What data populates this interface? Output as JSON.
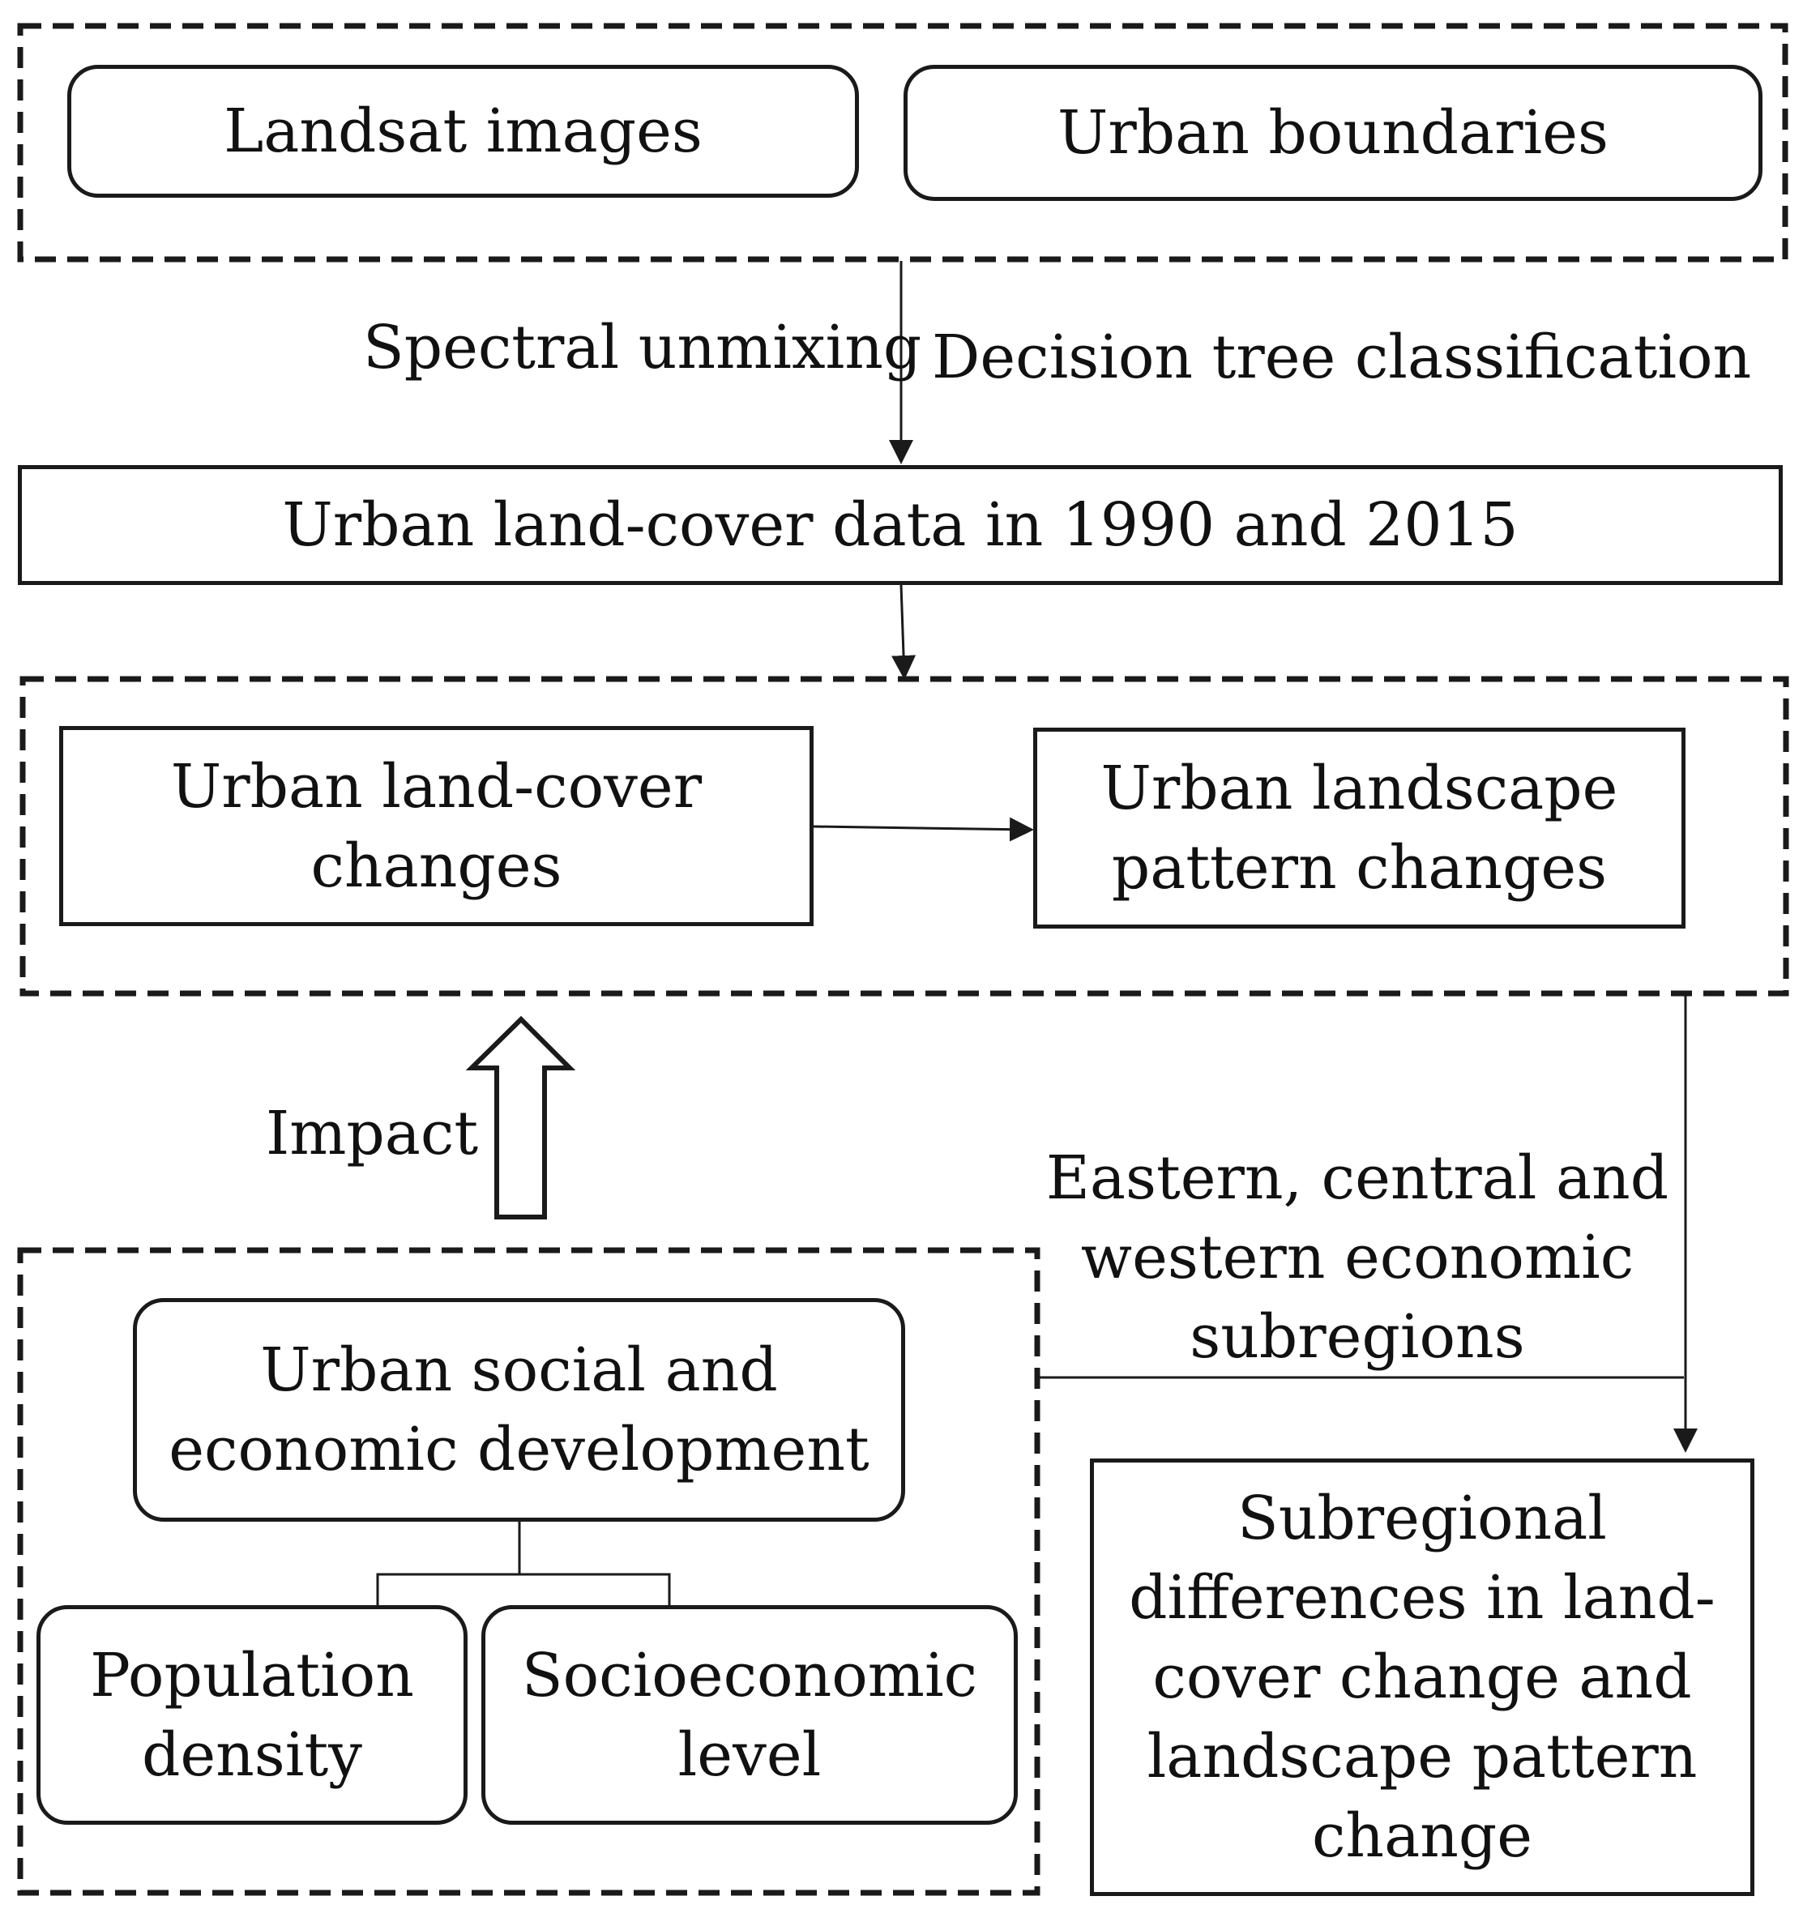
{
  "inputs": {
    "landsat": "Landsat images",
    "boundaries": "Urban boundaries"
  },
  "methods": {
    "unmixing": "Spectral unmixing",
    "classification": "Decision tree classification"
  },
  "landcover_data": "Urban land-cover data in 1990 and 2015",
  "changes": {
    "landcover_line1": "Urban land-cover",
    "landcover_line2": "changes",
    "landscape_line1": "Urban landscape",
    "landscape_line2": "pattern changes"
  },
  "impact_label": "Impact",
  "socio": {
    "title_line1": "Urban social and",
    "title_line2": "economic development",
    "population_line1": "Population",
    "population_line2": "density",
    "socioeconomic_line1": "Socioeconomic",
    "socioeconomic_line2": "level"
  },
  "subregions": {
    "line1": "Eastern, central and",
    "line2": "western economic",
    "line3": "subregions"
  },
  "result": {
    "line1": "Subregional",
    "line2": "differences in land-",
    "line3": "cover change and",
    "line4": "landscape pattern",
    "line5": "change"
  }
}
